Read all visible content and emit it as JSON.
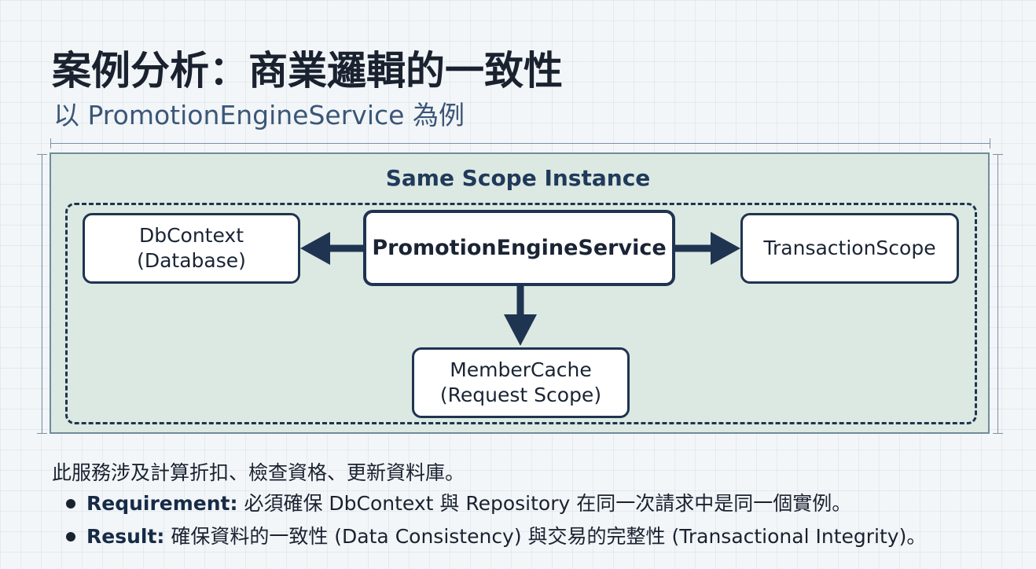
{
  "title": "案例分析：商業邏輯的一致性",
  "subtitle": "以 PromotionEngineService 為例",
  "diagram": {
    "scope_label": "Same Scope Instance",
    "nodes": {
      "dbcontext": {
        "line1": "DbContext",
        "line2": "(Database)"
      },
      "promotion_engine": {
        "label": "PromotionEngineService"
      },
      "transaction_scope": {
        "label": "TransactionScope"
      },
      "member_cache": {
        "line1": "MemberCache",
        "line2": "(Request Scope)"
      }
    },
    "colors": {
      "panel": "#dce9e2",
      "stroke": "#1f3450",
      "node_fill": "#ffffff"
    }
  },
  "description": "此服務涉及計算折扣、檢查資格、更新資料庫。",
  "bullets": [
    {
      "key": "Requirement:",
      "text": " 必須確保 DbContext 與 Repository 在同一次請求中是同一個實例。"
    },
    {
      "key": "Result:",
      "text": " 確保資料的一致性 (Data Consistency) 與交易的完整性 (Transactional Integrity)。"
    }
  ]
}
